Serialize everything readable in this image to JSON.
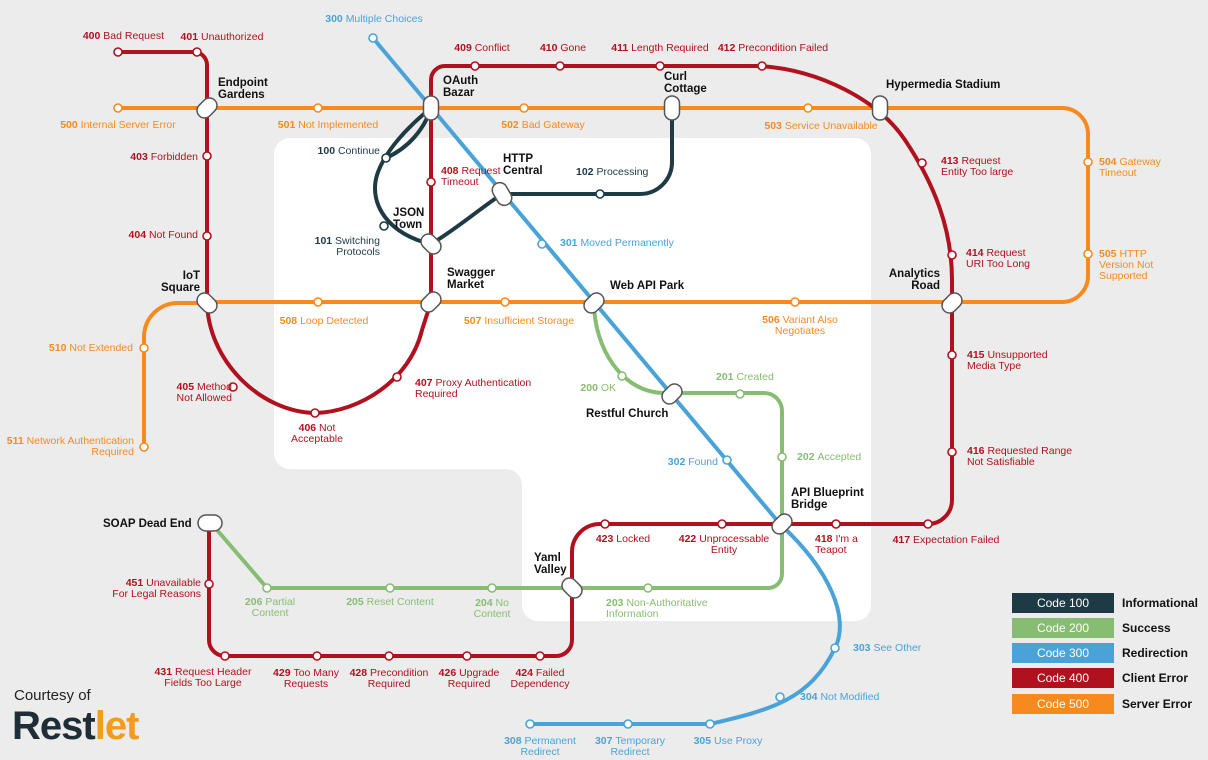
{
  "colors": {
    "informational": "#1e3a44",
    "success": "#87bd72",
    "redirection": "#4aa3d8",
    "client_error": "#b0111e",
    "server_error": "#f78a1e",
    "background": "#ececec",
    "center_block": "#ffffff"
  },
  "stations": {
    "endpoint_gardens": [
      "Endpoint",
      "Gardens"
    ],
    "oauth_bazar": [
      "OAuth",
      "Bazar"
    ],
    "curl_cottage": [
      "Curl",
      "Cottage"
    ],
    "hypermedia_stadium": [
      "Hypermedia Stadium"
    ],
    "http_central": [
      "HTTP",
      "Central"
    ],
    "json_town": [
      "JSON",
      "Town"
    ],
    "iot_square": [
      "IoT",
      "Square"
    ],
    "swagger_market": [
      "Swagger",
      "Market"
    ],
    "web_api_park": [
      "Web API Park"
    ],
    "analytics_road": [
      "Analytics",
      "Road"
    ],
    "restful_church": [
      "Restful Church"
    ],
    "api_blueprint_bridge": [
      "API Blueprint",
      "Bridge"
    ],
    "soap_dead_end": [
      "SOAP Dead End"
    ],
    "yaml_valley": [
      "Yaml",
      "Valley"
    ]
  },
  "codes": {
    "c100": {
      "num": "100",
      "text": [
        "Continue"
      ]
    },
    "c101": {
      "num": "101",
      "text": [
        "Switching",
        "Protocols"
      ]
    },
    "c102": {
      "num": "102",
      "text": [
        "Processing"
      ]
    },
    "c200": {
      "num": "200",
      "text": [
        "OK"
      ]
    },
    "c201": {
      "num": "201",
      "text": [
        "Created"
      ]
    },
    "c202": {
      "num": "202",
      "text": [
        "Accepted"
      ]
    },
    "c203": {
      "num": "203",
      "text": [
        "Non-Authoritative",
        "Information"
      ]
    },
    "c204": {
      "num": "204",
      "text": [
        "No",
        "Content"
      ]
    },
    "c205": {
      "num": "205",
      "text": [
        "Reset Content"
      ]
    },
    "c206": {
      "num": "206",
      "text": [
        "Partial",
        "Content"
      ]
    },
    "c300": {
      "num": "300",
      "text": [
        "Multiple Choices"
      ]
    },
    "c301": {
      "num": "301",
      "text": [
        "Moved Permanently"
      ]
    },
    "c302": {
      "num": "302",
      "text": [
        "Found"
      ]
    },
    "c303": {
      "num": "303",
      "text": [
        "See Other"
      ]
    },
    "c304": {
      "num": "304",
      "text": [
        "Not Modified"
      ]
    },
    "c305": {
      "num": "305",
      "text": [
        "Use Proxy"
      ]
    },
    "c307": {
      "num": "307",
      "text": [
        "Temporary",
        "Redirect"
      ]
    },
    "c308": {
      "num": "308",
      "text": [
        "Permanent",
        "Redirect"
      ]
    },
    "c400": {
      "num": "400",
      "text": [
        "Bad Request"
      ]
    },
    "c401": {
      "num": "401",
      "text": [
        "Unauthorized"
      ]
    },
    "c403": {
      "num": "403",
      "text": [
        "Forbidden"
      ]
    },
    "c404": {
      "num": "404",
      "text": [
        "Not Found"
      ]
    },
    "c405": {
      "num": "405",
      "text": [
        "Method",
        "Not Allowed"
      ]
    },
    "c406": {
      "num": "406",
      "text": [
        "Not",
        "Acceptable"
      ]
    },
    "c407": {
      "num": "407",
      "text": [
        "Proxy Authentication",
        "Required"
      ]
    },
    "c408": {
      "num": "408",
      "text": [
        "Request",
        "Timeout"
      ]
    },
    "c409": {
      "num": "409",
      "text": [
        "Conflict"
      ]
    },
    "c410": {
      "num": "410",
      "text": [
        "Gone"
      ]
    },
    "c411": {
      "num": "411",
      "text": [
        "Length Required"
      ]
    },
    "c412": {
      "num": "412",
      "text": [
        "Precondition Failed"
      ]
    },
    "c413": {
      "num": "413",
      "text": [
        "Request",
        "Entity Too large"
      ]
    },
    "c414": {
      "num": "414",
      "text": [
        "Request",
        "URI Too Long"
      ]
    },
    "c415": {
      "num": "415",
      "text": [
        "Unsupported",
        "Media Type"
      ]
    },
    "c416": {
      "num": "416",
      "text": [
        "Requested Range",
        "Not Satisfiable"
      ]
    },
    "c417": {
      "num": "417",
      "text": [
        "Expectation Failed"
      ]
    },
    "c418": {
      "num": "418",
      "text": [
        "I'm a",
        "Teapot"
      ]
    },
    "c422": {
      "num": "422",
      "text": [
        "Unprocessable",
        "Entity"
      ]
    },
    "c423": {
      "num": "423",
      "text": [
        "Locked"
      ]
    },
    "c424": {
      "num": "424",
      "text": [
        "Failed",
        "Dependency"
      ]
    },
    "c426": {
      "num": "426",
      "text": [
        "Upgrade",
        "Required"
      ]
    },
    "c428": {
      "num": "428",
      "text": [
        "Precondition",
        "Required"
      ]
    },
    "c429": {
      "num": "429",
      "text": [
        "Too Many",
        "Requests"
      ]
    },
    "c431": {
      "num": "431",
      "text": [
        "Request Header",
        "Fields Too Large"
      ]
    },
    "c451": {
      "num": "451",
      "text": [
        "Unavailable",
        "For Legal Reasons"
      ]
    },
    "c500": {
      "num": "500",
      "text": [
        "Internal Server Error"
      ]
    },
    "c501": {
      "num": "501",
      "text": [
        "Not Implemented"
      ]
    },
    "c502": {
      "num": "502",
      "text": [
        "Bad Gateway"
      ]
    },
    "c503": {
      "num": "503",
      "text": [
        "Service Unavailable"
      ]
    },
    "c504": {
      "num": "504",
      "text": [
        "Gateway",
        "Timeout"
      ]
    },
    "c505": {
      "num": "505",
      "text": [
        "HTTP",
        "Version Not",
        "Supported"
      ]
    },
    "c506": {
      "num": "506",
      "text": [
        "Variant Also",
        "Negotiates"
      ]
    },
    "c507": {
      "num": "507",
      "text": [
        "Insufficient Storage"
      ]
    },
    "c508": {
      "num": "508",
      "text": [
        "Loop Detected"
      ]
    },
    "c510": {
      "num": "510",
      "text": [
        "Not Extended"
      ]
    },
    "c511": {
      "num": "511",
      "text": [
        "Network Authentication",
        "Required"
      ]
    }
  },
  "legend": [
    {
      "code": "Code 100",
      "label": "Informational",
      "color": "#1e3a44"
    },
    {
      "code": "Code 200",
      "label": "Success",
      "color": "#87bd72"
    },
    {
      "code": "Code 300",
      "label": "Redirection",
      "color": "#4aa3d8"
    },
    {
      "code": "Code 400",
      "label": "Client Error",
      "color": "#b0111e"
    },
    {
      "code": "Code 500",
      "label": "Server Error",
      "color": "#f78a1e"
    }
  ],
  "credit": {
    "prefix": "Courtesy of",
    "logo_main": "Rest",
    "logo_accent": "let"
  }
}
